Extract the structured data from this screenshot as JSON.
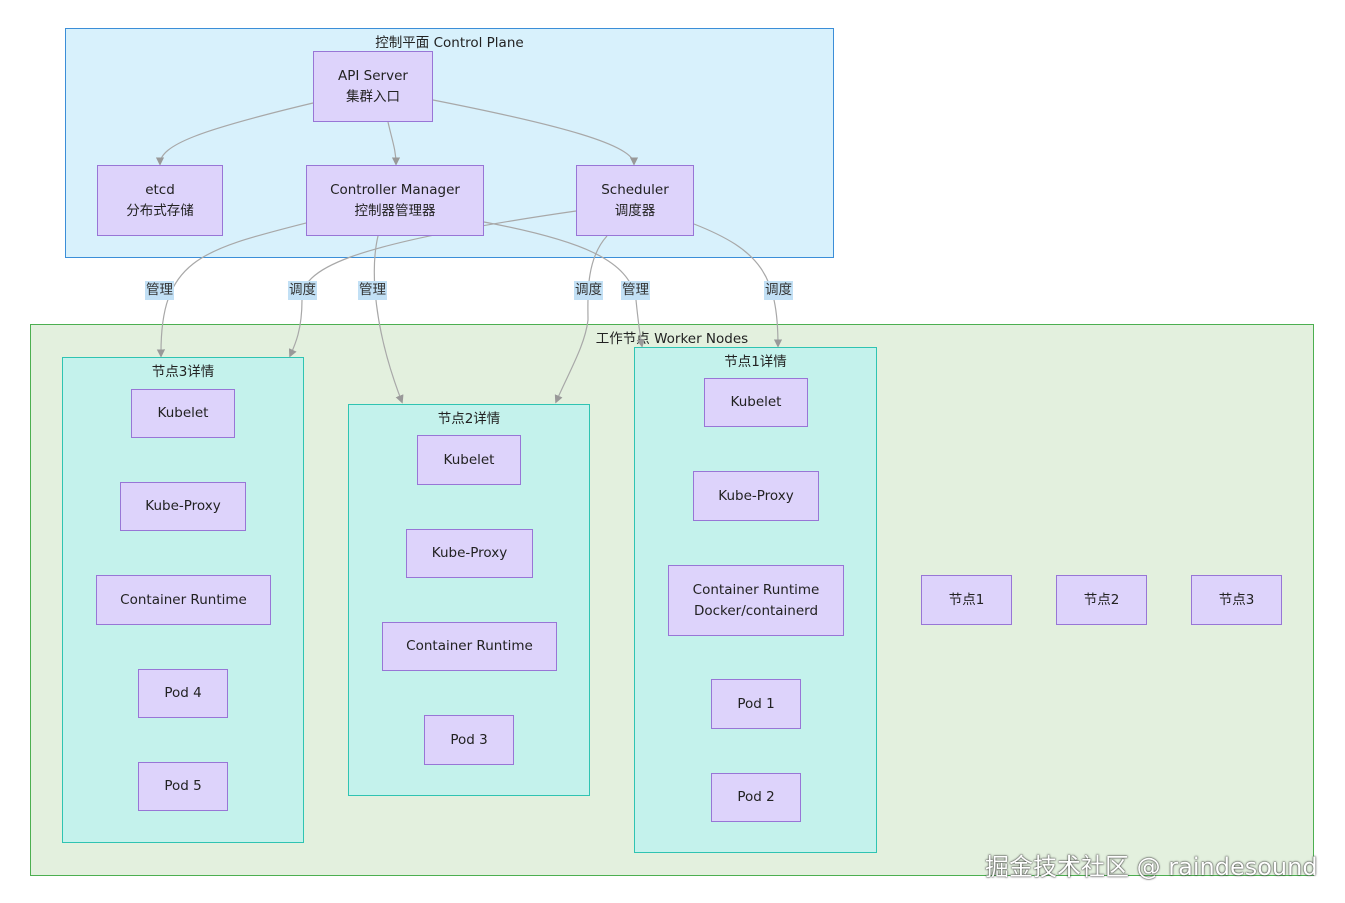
{
  "clusters": {
    "control_plane": "控制平面 Control Plane",
    "worker_nodes": "工作节点 Worker Nodes",
    "node3_detail": "节点3详情",
    "node2_detail": "节点2详情",
    "node1_detail": "节点1详情"
  },
  "control_plane": {
    "api_server": [
      "API Server",
      "集群入口"
    ],
    "etcd": [
      "etcd",
      "分布式存储"
    ],
    "controller_manager": [
      "Controller Manager",
      "控制器管理器"
    ],
    "scheduler": [
      "Scheduler",
      "调度器"
    ]
  },
  "node3": {
    "kubelet": "Kubelet",
    "kube_proxy": "Kube-Proxy",
    "runtime": "Container Runtime",
    "pod_a": "Pod 4",
    "pod_b": "Pod 5"
  },
  "node2": {
    "kubelet": "Kubelet",
    "kube_proxy": "Kube-Proxy",
    "runtime": "Container Runtime",
    "pod_a": "Pod 3"
  },
  "node1": {
    "kubelet": "Kubelet",
    "kube_proxy": "Kube-Proxy",
    "runtime": [
      "Container Runtime",
      "Docker/containerd"
    ],
    "pod_a": "Pod 1",
    "pod_b": "Pod 2"
  },
  "worker_summary": {
    "node1": "节点1",
    "node2": "节点2",
    "node3": "节点3"
  },
  "edge_labels": {
    "manage": "管理",
    "schedule": "调度"
  },
  "watermark": "掘金技术社区 @ raindesound"
}
